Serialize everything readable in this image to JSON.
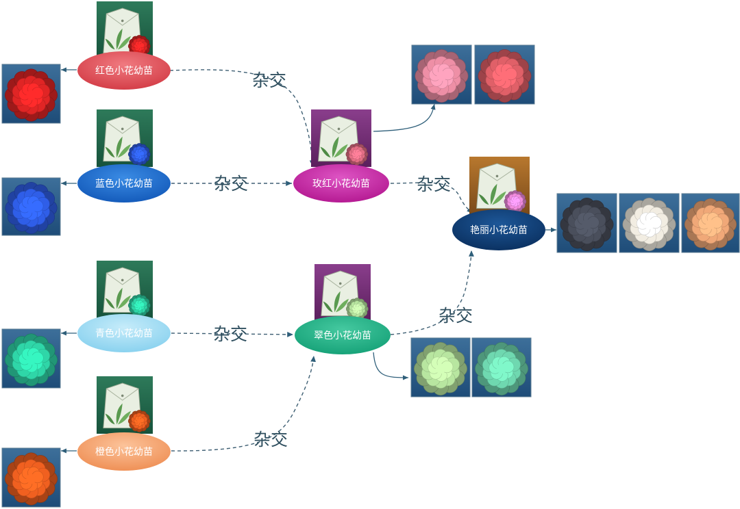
{
  "cross_label": "杂交",
  "nodes": {
    "red": {
      "label": "红色小花幼苗",
      "color": "#e0454f"
    },
    "blue": {
      "label": "蓝色小花幼苗",
      "color": "#1769c9"
    },
    "rose": {
      "label": "玫红小花幼苗",
      "color": "#c523a6"
    },
    "cyan": {
      "label": "青色小花幼苗",
      "color": "#9fdcf3"
    },
    "orange": {
      "label": "橙色小花幼苗",
      "color": "#f4a16c"
    },
    "jade": {
      "label": "翠色小花幼苗",
      "color": "#1fb487"
    },
    "gorgeous": {
      "label": "艳丽小花幼苗",
      "color": "#0d3f78"
    }
  },
  "flower_colors": {
    "red": "#e02525",
    "blue": "#2f5ee8",
    "cyan": "#2fd6a8",
    "orange": "#f06020",
    "pink": "#ee8fa6",
    "crimson": "#e06068",
    "black": "#4a4f5c",
    "white": "#f2ede2",
    "peach": "#f0a878",
    "light_green": "#b8e6a0",
    "teal_green": "#6fd8b0",
    "rose_small": "#e56f86",
    "gorgeous_small": "#f38ce0"
  }
}
